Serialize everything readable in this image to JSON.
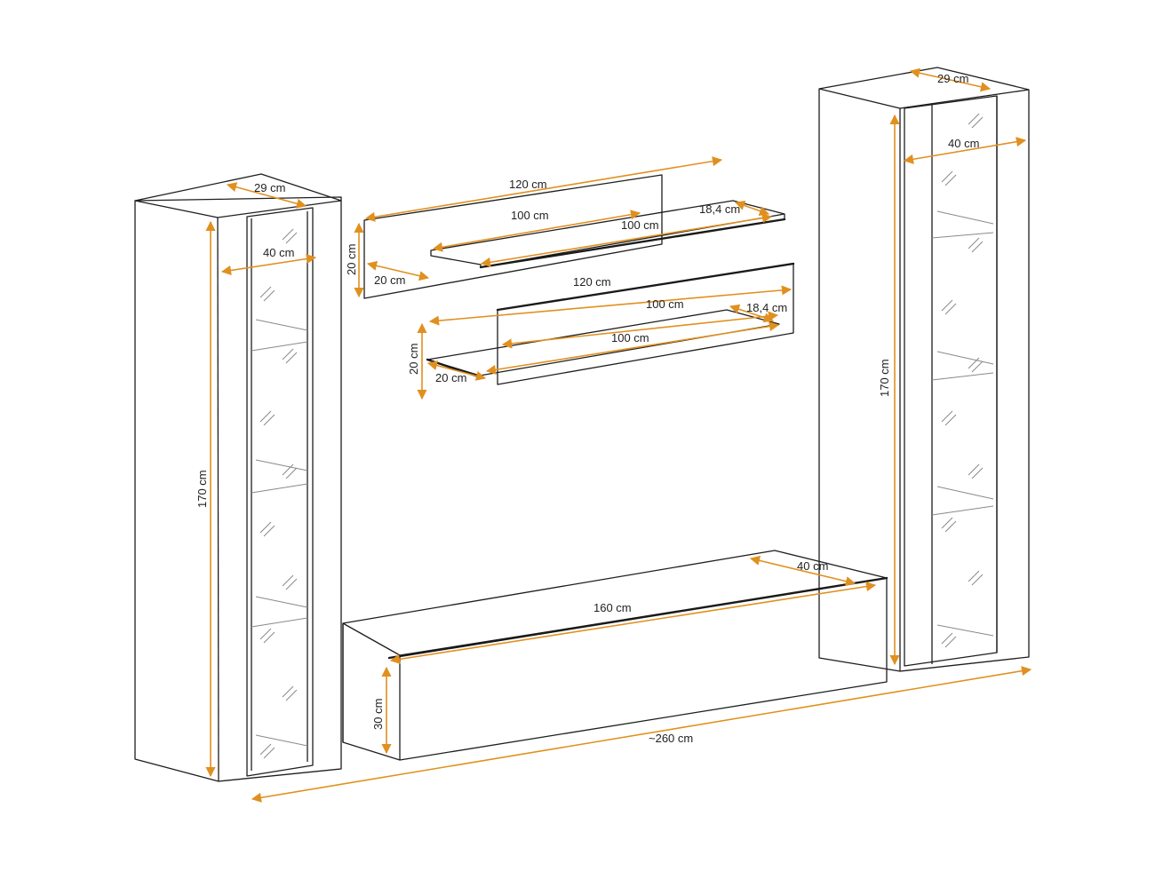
{
  "colors": {
    "dimension_line": "#e0901f",
    "outline": "#1e1e1e",
    "background": "#ffffff"
  },
  "labels": {
    "left_cabinet_depth": "29 cm",
    "left_cabinet_width": "40 cm",
    "left_cabinet_height": "170 cm",
    "shelf1_length": "120 cm",
    "shelf1_inner_length": "100 cm",
    "shelf1_front_length": "100 cm",
    "shelf1_depth": "18,4 cm",
    "shelf1_height": "20 cm",
    "shelf1_side_depth": "20 cm",
    "shelf2_length": "120 cm",
    "shelf2_inner_length": "100 cm",
    "shelf2_front_length": "100 cm",
    "shelf2_depth": "18,4 cm",
    "shelf2_height": "20 cm",
    "shelf2_side_depth": "20 cm",
    "right_cabinet_depth": "29 cm",
    "right_cabinet_width": "40 cm",
    "right_cabinet_height": "170 cm",
    "tv_unit_length": "160 cm",
    "tv_unit_depth": "40 cm",
    "tv_unit_height": "30 cm",
    "total_width": "~260 cm"
  }
}
